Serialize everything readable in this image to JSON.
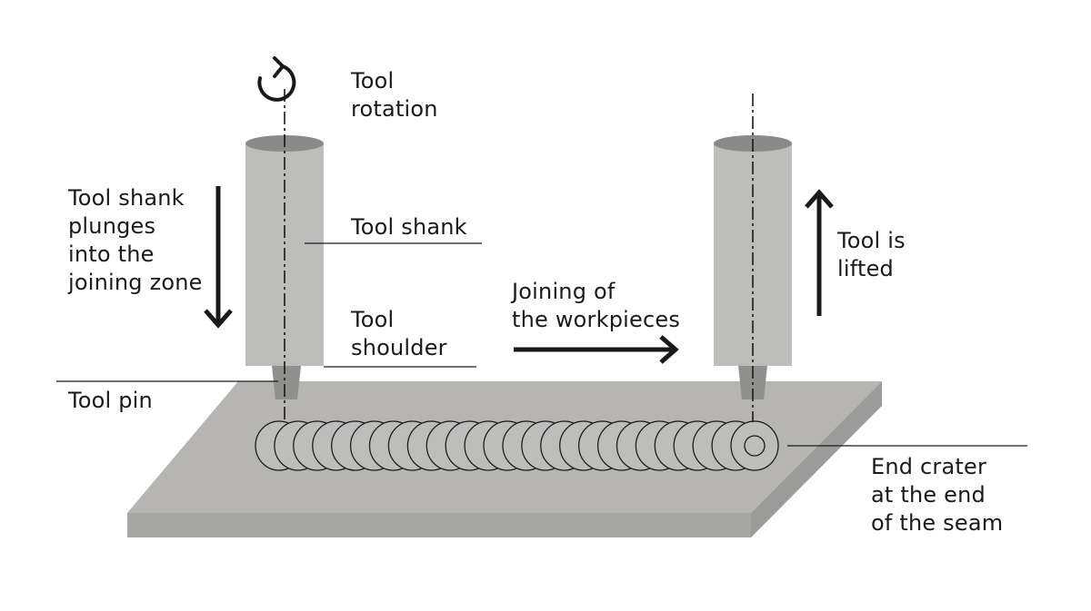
{
  "labels": {
    "tool_rotation": [
      "Tool",
      "rotation"
    ],
    "plunge": [
      "Tool shank",
      "plunges",
      "into the",
      "joining zone"
    ],
    "tool_shank": [
      "Tool shank"
    ],
    "tool_shoulder": [
      "Tool",
      "shoulder"
    ],
    "tool_pin": [
      "Tool pin"
    ],
    "joining": [
      "Joining of",
      "the workpieces"
    ],
    "lifted": [
      "Tool is",
      "lifted"
    ],
    "end_crater": [
      "End crater",
      "at the end",
      "of the seam"
    ]
  },
  "colors": {
    "plate_top": "#b5b4b0",
    "plate_side": "#9e9e9c",
    "plate_front": "#a8a8a6",
    "tool_body": "#bcbcba",
    "tool_cap": "#8a8a88",
    "pin": "#8f8f8d",
    "ink": "#1a1a1a"
  }
}
